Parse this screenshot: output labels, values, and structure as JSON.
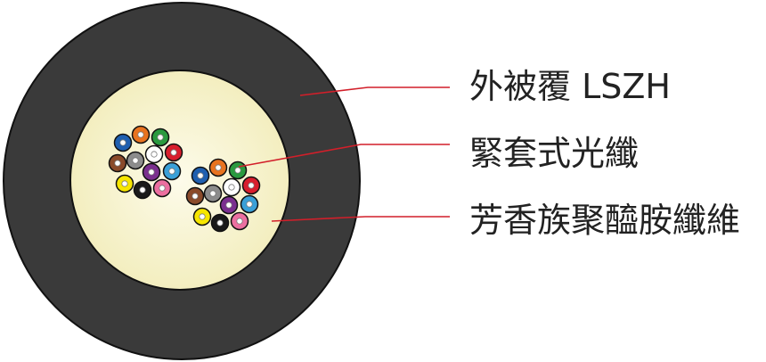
{
  "labels": {
    "jacket": "外被覆 LSZH",
    "tight_buffer_fiber": "緊套式光纖",
    "aramid_yarn": "芳香族聚醯胺纖維"
  },
  "colors": {
    "jacket": "#3a3a3a",
    "outline": "#111111",
    "aramid_center": "#fdfbea",
    "aramid_edge": "#f3eebf",
    "leader_line": "#d21f2a",
    "label_text": "#222222",
    "fiber_core": "#ffffff"
  },
  "fibers": {
    "cluster_count": 2,
    "colors": [
      "#1f5fb0",
      "#e8731f",
      "#2a9a3f",
      "#d81e2d",
      "#8a4a2a",
      "#8c8c8c",
      "#ffffff",
      "#7b2f8f",
      "#3aa0d8",
      "#f6e600",
      "#1a1a1a",
      "#ec6fa0"
    ]
  }
}
